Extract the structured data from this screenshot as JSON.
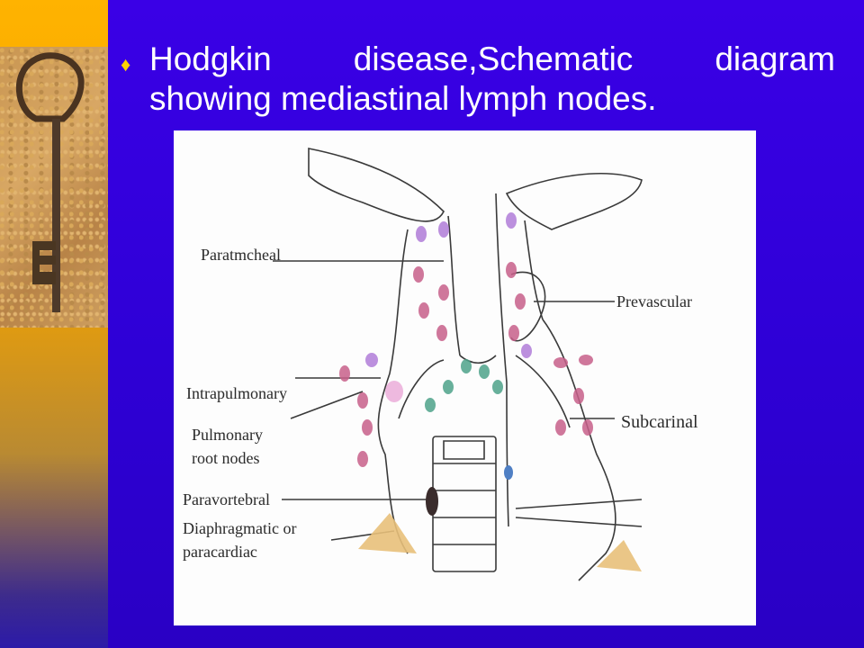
{
  "slide": {
    "title_line1_words": [
      "Hodgkin",
      "disease,Schematic",
      "diagram"
    ],
    "title_line2": "showing mediastinal lymph nodes.",
    "bullet_glyph": "♦",
    "accent_bullet_color": "#ffd200",
    "background_color": "#3100dd"
  },
  "diagram": {
    "labels": {
      "paratracheal": "Paratmcheal",
      "prevascular": "Prevascular",
      "intrapulmonary": "Intrapulmonary",
      "subcarinal": "Subcarinal",
      "pulmonary_root_line1": "Pulmonary",
      "pulmonary_root_line2": "root nodes",
      "paravertebral": "Paravortebral",
      "diaphragmatic_line1": "Diaphragmatic or",
      "diaphragmatic_line2": "paracardiac"
    }
  }
}
